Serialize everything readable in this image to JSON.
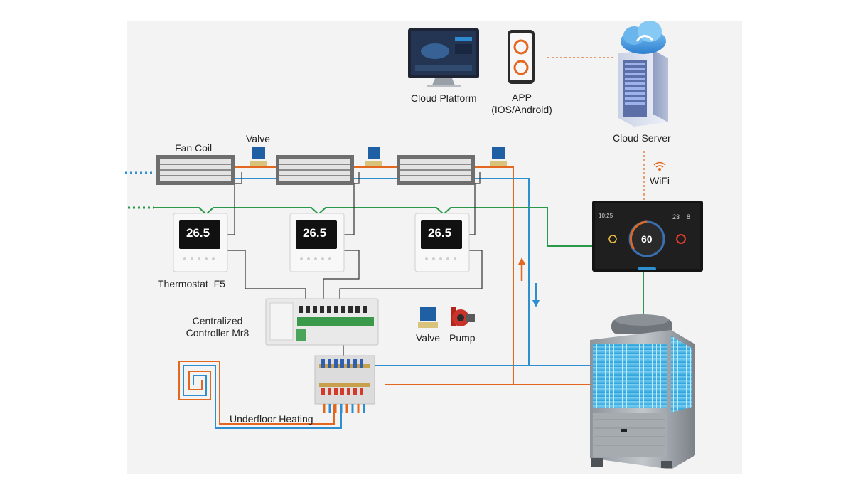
{
  "labels": {
    "cloud_platform": "Cloud Platform",
    "app_line1": "APP",
    "app_line2": "(IOS/Android)",
    "cloud_server": "Cloud Server",
    "wifi": "WiFi",
    "fan_coil": "Fan Coil",
    "valve_top": "Valve",
    "thermostat": "Thermostat  F5",
    "controller_line1": "Centralized",
    "controller_line2": "Controller Mr8",
    "legend_valve": "Valve",
    "legend_pump": "Pump",
    "underfloor": "Underfloor Heating"
  },
  "display_text": {
    "thermostat_temp": "26.5",
    "hub_setpoint": "60",
    "hub_time": "10:25",
    "hub_temp_a": "23",
    "hub_temp_b": "8"
  },
  "colors": {
    "hot_water": "#e4671f",
    "cold_water": "#2e8fd0",
    "signal": "#2a9a4a",
    "wiring": "#333333",
    "panel_bg": "#f3f3f3"
  }
}
